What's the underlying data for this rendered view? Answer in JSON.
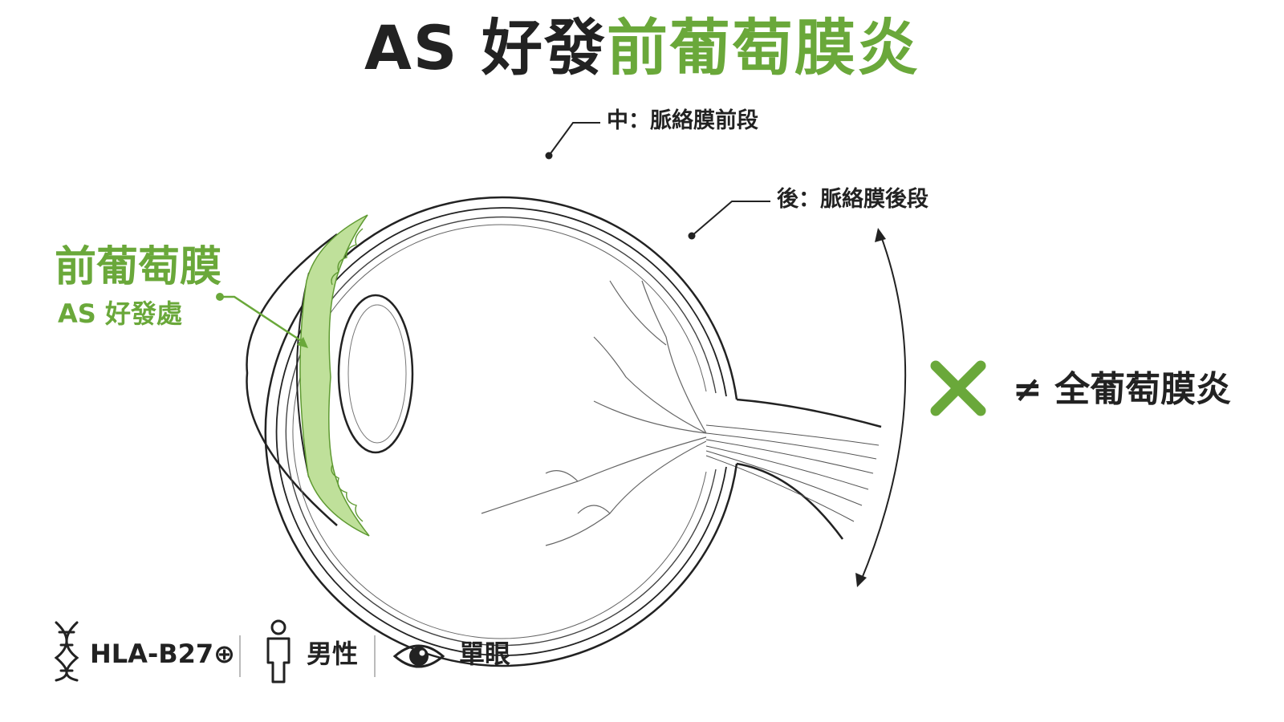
{
  "title": {
    "part1": "AS 好發",
    "part2": "前葡萄膜炎"
  },
  "labels": {
    "anterior_uvea": "前葡萄膜",
    "anterior_uvea_sub": "AS 好發處",
    "middle": "中：脈絡膜前段",
    "posterior": "後：脈絡膜後段"
  },
  "contrast": {
    "text": "≠ 全葡萄膜炎"
  },
  "legend": [
    {
      "icon": "dna-icon",
      "label": "HLA-B27⊕"
    },
    {
      "icon": "male-person-icon",
      "label": "男性"
    },
    {
      "icon": "eye-icon",
      "label": "單眼"
    }
  ],
  "colors": {
    "accent_green": "#6aa83a",
    "uvea_fill": "#bfe09a",
    "ink": "#222222"
  }
}
